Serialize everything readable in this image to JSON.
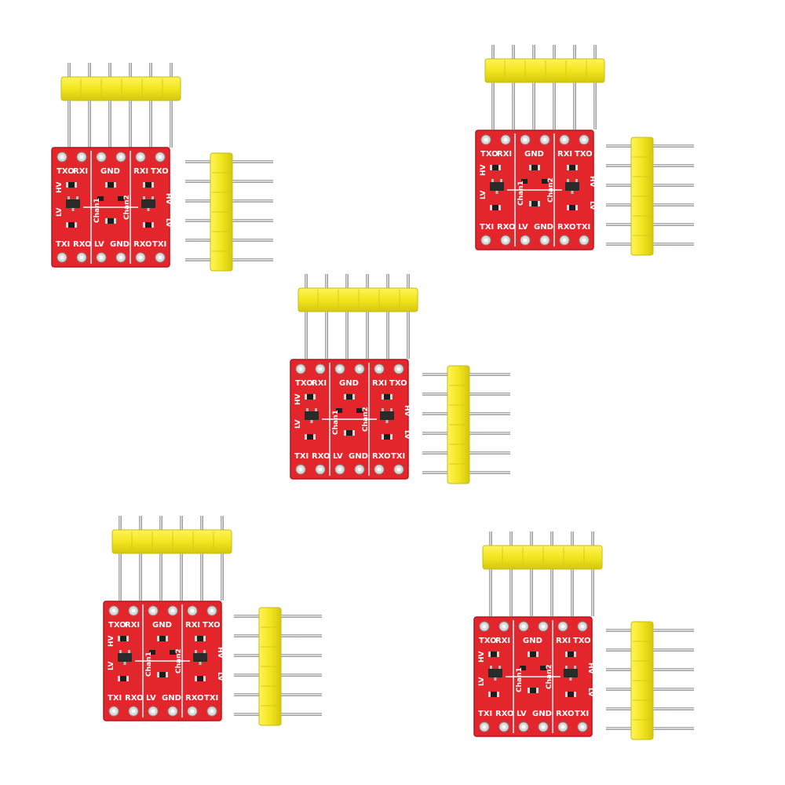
{
  "colors": {
    "background": "#ffffff",
    "board": "#e3262b",
    "board_edge": "#b8151b",
    "header_plastic": "#f2e61f",
    "header_shadow": "#cfc20f",
    "pin_metal": "#c9c9c9",
    "silkscreen": "#ffffff",
    "chip": "#2a2a2a"
  },
  "board": {
    "top_left": "TXO",
    "top_left2": "RXI",
    "top_mid": "GND",
    "top_right": "RXI",
    "top_right2": "TXO",
    "hv_left": "HV",
    "hv_right": "HV",
    "lv_left": "LV",
    "lv_right": "LV",
    "chan1": "Chan1",
    "chan2": "Chan2",
    "bottom": [
      "TXI",
      "RXO",
      "LV",
      "GND",
      "RXO",
      "TXI"
    ]
  },
  "modules_count": 5
}
